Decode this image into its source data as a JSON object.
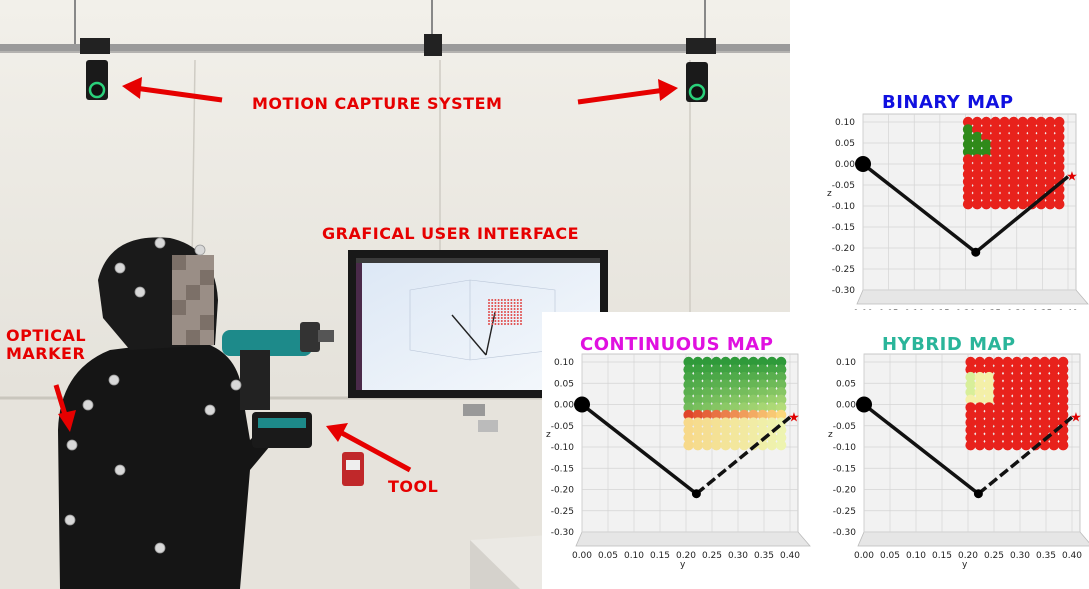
{
  "callouts": {
    "motion_capture": "MOTION CAPTURE SYSTEM",
    "gui": "GRAFICAL USER INTERFACE",
    "optical_marker": "OPTICAL\nMARKER",
    "tool": "TOOL"
  },
  "maps": [
    {
      "title": "BINARY MAP",
      "title_color": "#1010e0"
    },
    {
      "title": "CONTINUOUS MAP",
      "title_color": "#e010e0"
    },
    {
      "title": "HYBRID MAP",
      "title_color": "#2ab59a"
    }
  ],
  "axes": {
    "z_label": "z",
    "y_label": "y",
    "z_ticks": [
      "0.10",
      "0.05",
      "0.00",
      "-0.05",
      "-0.10",
      "-0.15",
      "-0.20",
      "-0.25",
      "-0.30"
    ],
    "y_ticks": [
      "0.00",
      "0.05",
      "0.10",
      "0.15",
      "0.20",
      "0.25",
      "0.30",
      "0.35",
      "0.40"
    ]
  },
  "arm": {
    "base": {
      "y": 0.0,
      "z": 0.0
    },
    "elbow": {
      "y": 0.22,
      "z": -0.21
    },
    "target": {
      "y": 0.4,
      "z": -0.03
    }
  }
}
